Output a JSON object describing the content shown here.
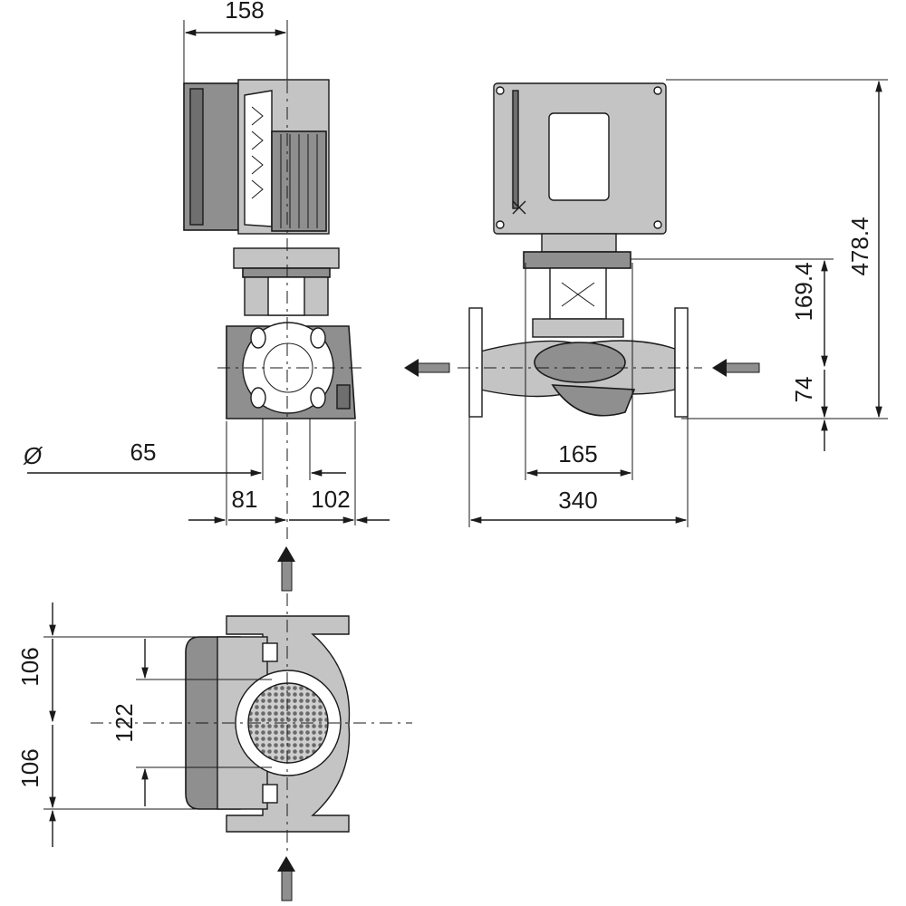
{
  "dimensions": {
    "top_width": "158",
    "phi_symbol": "Ø",
    "pipe_diameter": "65",
    "left_offset": "81",
    "right_offset": "102",
    "overall_height": "478.4",
    "axis_to_motor_flange": "169.4",
    "foot_to_axis": "74",
    "flange_bolt_spacing": "165",
    "port_to_port": "340",
    "top_half_depth": "106",
    "bottom_half_depth": "106",
    "center_depth": "122"
  },
  "colors": {
    "line": "#1a1a1a",
    "body_fill": "#8f8f8f",
    "highlight_fill": "#c4c4c4",
    "background": "#ffffff"
  }
}
